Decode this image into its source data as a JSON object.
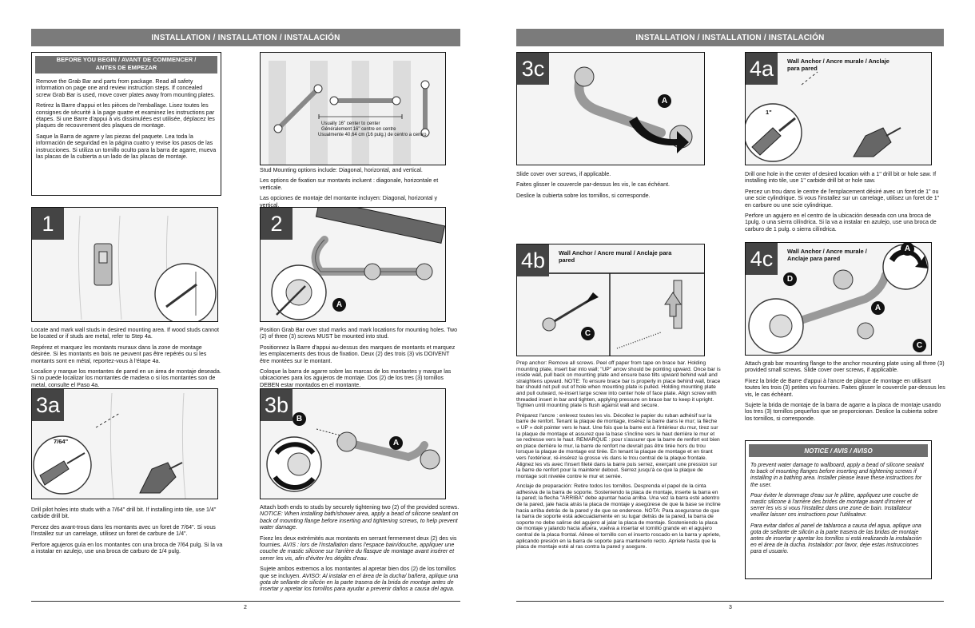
{
  "header": {
    "left": "INSTALLATION / INSTALLATION / INSTALACIÓN",
    "right": "INSTALLATION / INSTALLATION / INSTALACIÓN"
  },
  "before": {
    "title1": "BEFORE YOU BEGIN / AVANT DE COMMENCER /",
    "title2": "ANTES DE EMPEZAR",
    "en": "Remove the Grab Bar and parts from package. Read all safety information on page one and review instruction steps. If concealed screw Grab Bar is used, move cover plates away from mounting plates.",
    "fr": "Retirez la Barre d'appui et les pièces de l'emballage. Lisez toutes les consignes de sécurité à la page quatre et examinez les instructions par étapes. Si une Barre d'appui à vis dissimulées est utilisée, déplacez les plaques de recouvrement des plaques de montage.",
    "es": "Saque la Barra de agarre y las piezas del paquete. Lea toda la información de seguridad en la página cuatro y revise los pasos de las instrucciones. Si utiliza un tornillo oculto para la barra de agarre, mueva las placas de la cubierta a un lado de las placas de montaje."
  },
  "stud": {
    "label1": "Usually 16\" center to center",
    "label2": "Généralement 16\" centre en centre",
    "label3": "Usualmente 40,64 cm (16 pulg.) de centro a centro",
    "en": "Stud Mounting options include: Diagonal, horizontal, and vertical.",
    "fr": "Les options de fixation sur montants incluent : diagonale, horizontale et verticale.",
    "es": "Las opciones de montaje del montante incluyen: Diagonal, horizontal y vertical."
  },
  "s1": {
    "num": "1",
    "en": "Locate and mark wall studs in desired mounting area. If wood studs cannot be located or if studs are metal, refer to Step 4a.",
    "fr": "Repérez et marquez les montants muraux dans la zone de montage désirée. Si les montants en bois ne peuvent pas être repérés ou si les montants sont en métal, reportez-vous à l'étape 4a.",
    "es": "Localice y marque los montantes de pared en un área de montaje deseada. Si no puede localizar los montantes de madera o si los montantes son de metal, consulte el Paso 4a."
  },
  "s2": {
    "num": "2",
    "callA": "A",
    "en": "Position Grab Bar over stud marks and mark locations for mounting holes. Two (2) of three (3) screws MUST be mounted into stud.",
    "fr": "Positionnez la Barre d'appui au-dessus des marques de montants et marquez les emplacements des trous de fixation. Deux (2) des trois (3) vis DOIVENT être montées sur le montant.",
    "es": "Coloque la barra de agarre sobre las marcas de los montantes y marque las ubicaciones para los agujeros de montaje. Dos (2) de los tres (3) tornillos DEBEN estar montados en el montante."
  },
  "s3a": {
    "num": "3a",
    "bit": "7/64\"",
    "en": "Drill pilot holes into studs with a 7/64\" drill bit. If installing into tile, use 1/4\" carbide drill bit.",
    "fr": "Percez des avant-trous dans les montants avec un foret de 7/64\". Si vous l'installez sur un carrelage, utilisez un foret de carbure de 1/4\".",
    "es": "Perfore agujeros guía en los montantes con una broca de 7/64 pulg. Si la va a instalar en azulejo, use una broca de carburo de 1/4 pulg."
  },
  "s3b": {
    "num": "3b",
    "callA": "A",
    "callB": "B",
    "en": "Attach both ends to studs by securely tightening two (2) of the provided screws.",
    "en_notice": "NOTICE: When installing bath/shower area, apply a bead of silicone sealant on back of mounting flange before inserting and tightening screws, to help prevent water damage.",
    "fr": "Fixez les deux extrémités aux montants en serrant fermement deux (2) des vis fournies.",
    "fr_notice": "AVIS : lors de l'installation dans l'espace bain/douche, appliquer une couche de mastic silicone sur l'arrière du flasque de montage avant insérer et serrer les vis, afin d'éviter les dégâts d'eau.",
    "es": "Sujete ambos extremos a los montantes al apretar bien dos (2) de los tornillos que se incluyen.",
    "es_notice": "AVISO: Al instalar en el área de la ducha/ bañera, aplique una gota de sellante de silicón en la parte trasera de la brida de montaje antes de insertar y apretar los tornillos para ayudar a prevenir daños a causa del agua."
  },
  "s3c": {
    "num": "3c",
    "callA": "A",
    "en": "Slide cover over screws, if applicable.",
    "fr": "Faites glisser le couvercle par-dessus les vis, le cas échéant.",
    "es": "Deslice la cubierta sobre los tornillos, si corresponde."
  },
  "s4a": {
    "num": "4a",
    "title": "Wall Anchor / Ancre murale / Anclaje para pared",
    "bit": "1\"",
    "en": "Drill one hole in the center of desired location with a 1\" drill bit or hole saw. If installing into tile, use 1\" carbide drill bit or hole saw.",
    "fr": "Percez un trou dans le centre de l'emplacement désiré avec un foret de 1\" ou une scie cylindrique. Si vous l'installez sur un carrelage, utilisez un foret de 1\" en carbure ou une scie cylindrique.",
    "es": "Perfore un agujero en el centro de la ubicación deseada con una broca de 1pulg. o una sierra cilíndrica. Si la va a instalar en azulejo, use una broca de carburo de 1 pulg. o sierra cilíndrica."
  },
  "s4b": {
    "num": "4b",
    "title": "Wall Anchor / Ancre mural / Anclaje para pared",
    "callC": "C",
    "en": "Prep anchor: Remove all screws. Peel off paper from tape on brace bar. Holding mounting plate, insert bar into wall; \"UP\" arrow should be pointing upward. Once bar is inside wall, pull back on mounting plate and ensure base tilts upward behind wall and straightens upward. NOTE: To ensure brace bar is properly in place behind wall, brace bar should not pull out of hole when mounting plate is pulled. Holding mounting plate and pull outward, re-insert large screw into center hole of face plate. Align screw with threaded insert in bar and tighten, applying pressure on brace bar to keep it upright. Tighten until mounting plate is flush against wall and secure.",
    "fr": "Préparez l'ancre : enlevez toutes les vis. Décollez le papier du ruban adhésif sur la barre de renfort. Tenant la plaque de montage, insérez la barre dans le mur; la flèche « UP » doit pointer vers le haut. Une fois que la barre est à l'intérieur du mur, tirez sur la plaque de montage et assurez que la base s'incline vers le haut derrière le mur et se redresse vers le haut. REMARQUE : pour s'assurer que la barre de renfort est bien en place derrière le mur, la barre de renfort ne devrait pas être tirée hors du trou lorsque la plaque de montage est tirée. En tenant la plaque de montage et en tirant vers l'extérieur, ré-insérez la grosse vis dans le trou central de la plaque frontale. Alignez les vis avec l'insert fileté dans la barre puis serrez, exerçant une pression sur la barre de renfort pour la maintenir debout. Serrez jusqu'à ce que la plaque de montage soit nivelée contre le mur et serrée.",
    "es": "Anclaje de preparación: Retire todos los tornillos. Desprenda el papel de la cinta adhesiva de la barra de soporte. Sosteniendo la placa de montaje, inserte la barra en la pared; la flecha \"ARRIBA\" debe apuntar hacia arriba. Una vez la barra esté adentro de la pared, jale hacia atrás la placa de montaje y asegúrese de que la base se incline hacia arriba detrás de la pared y de que se enderece. NOTA: Para asegurarse de que la barra de soporte está adecuadamente en su lugar detrás de la pared, la barra de soporte no debe salirse del agujero al jalar la placa de montaje. Sosteniendo la placa de montaje y jalando hacia afuera, vuelva a insertar el tornillo grande en el agujero central de la placa frontal. Alinee el tornillo con el inserto roscado en la barra y apriete, aplicando presión en la barra de soporte para mantenerlo recto. Apriete hasta que la placa de montaje esté al ras contra la pared y asegure."
  },
  "s4c": {
    "num": "4c",
    "title": "Wall Anchor / Ancre murale / Anclaje para pared",
    "callA": "A",
    "callC": "C",
    "callD": "D",
    "en": "Attach grab bar mounting flange to the anchor mounting plate using all three (3) provided small screws. Slide cover over screws, if applicable.",
    "fr": "Fixez la bride de Barre d'appui à l'ancre de plaque de montage en utilisant toutes les trois (3) petites vis fournies. Faites glisser le couvercle par-dessus les vis, le cas échéant.",
    "es": "Sujete la brida de montaje de la barra de agarre a la placa de montaje usando los tres (3) tornillos pequeños que se proporcionan. Deslice la cubierta sobre los tornillos, si corresponde."
  },
  "notice": {
    "title": "NOTICE / AVIS / AVISO",
    "en": "To prevent water damage to wallboard, apply a bead of silicone sealant to back of mounting flanges before inserting and tightening screws if installing in a bathing area. Installer please leave these instructions for the user.",
    "fr": "Pour éviter le dommage d'eau sur le plâtre, appliquez une couche de mastic silicone à l'arrière des brides de montage avant d'insérer et serrer les vis si vous l'installez dans une zone de bain. Installateur veuillez laisser ces instructions pour l'utilisateur.",
    "es": "Para evitar daños al panel de tablaroca a causa del agua, aplique una gota de sellante de silicón a la parte trasera de las bridas de montaje antes de insertar y apretar los tornillos si está realizando la instalación en el área de la ducha. Instalador: por favor, deje estas instrucciones para el usuario."
  },
  "pages": {
    "left": "2",
    "right": "3"
  }
}
